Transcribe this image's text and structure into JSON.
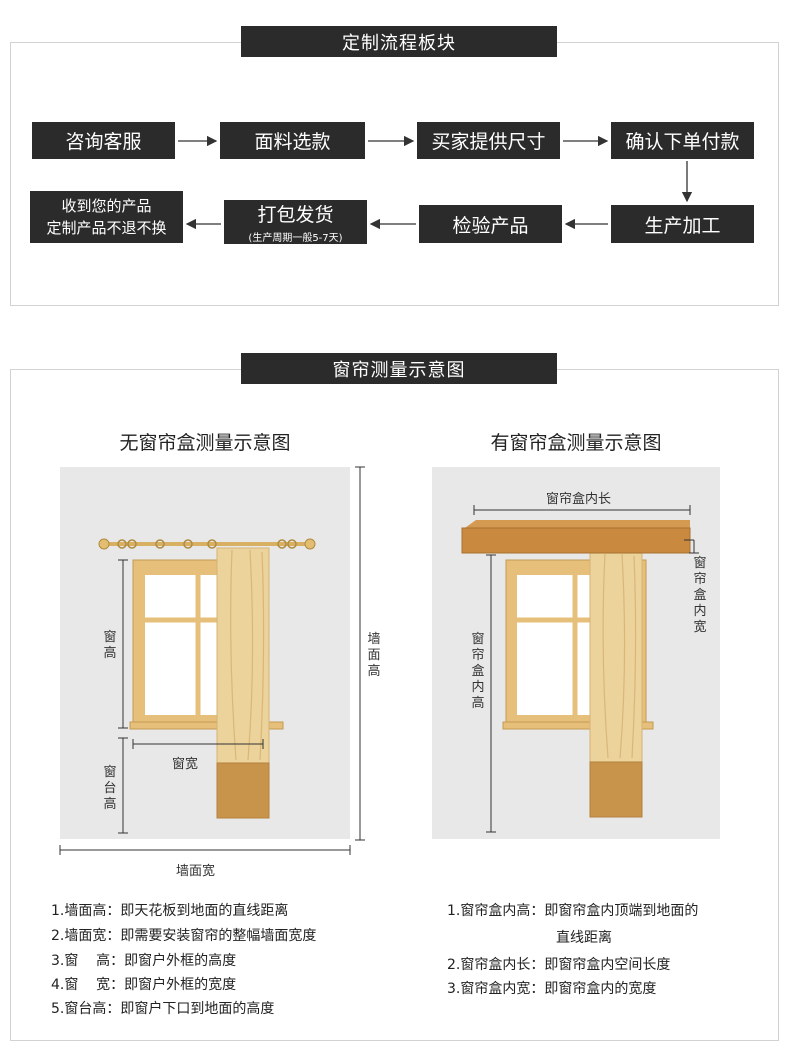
{
  "process": {
    "title": "定制流程板块",
    "steps": {
      "consult": "咨询客服",
      "fabric": "面料选款",
      "size": "买家提供尺寸",
      "confirm": "确认下单付款",
      "produce": "生产加工",
      "inspect": "检验产品",
      "ship": "打包发货",
      "ship_note": "(生产周期一般5-7天)",
      "receive_line1": "收到您的产品",
      "receive_line2": "定制产品不退不换"
    }
  },
  "measure": {
    "title": "窗帘测量示意图",
    "left": {
      "title": "无窗帘盒测量示意图",
      "labels": {
        "window_height": "窗高",
        "sill_height": "窗台高",
        "window_width": "窗宽",
        "wall_height": "墙面高",
        "wall_width": "墙面宽"
      },
      "notes": [
        "1.墙面高：即天花板到地面的直线距离",
        "2.墙面宽：即需要安装窗帘的整幅墙面宽度",
        "3.窗    高：即窗户外框的高度",
        "4.窗    宽：即窗户外框的宽度",
        "5.窗台高：即窗户下口到地面的高度"
      ]
    },
    "right": {
      "title": "有窗帘盒测量示意图",
      "labels": {
        "box_length": "窗帘盒内长",
        "box_width": "窗帘盒内宽",
        "box_height": "窗帘盒内高"
      },
      "notes": [
        "1.窗帘盒内高：即窗帘盒内顶端到地面的",
        "直线距离",
        "2.窗帘盒内长：即窗帘盒内空间长度",
        "3.窗帘盒内宽：即窗帘盒内的宽度"
      ]
    }
  }
}
